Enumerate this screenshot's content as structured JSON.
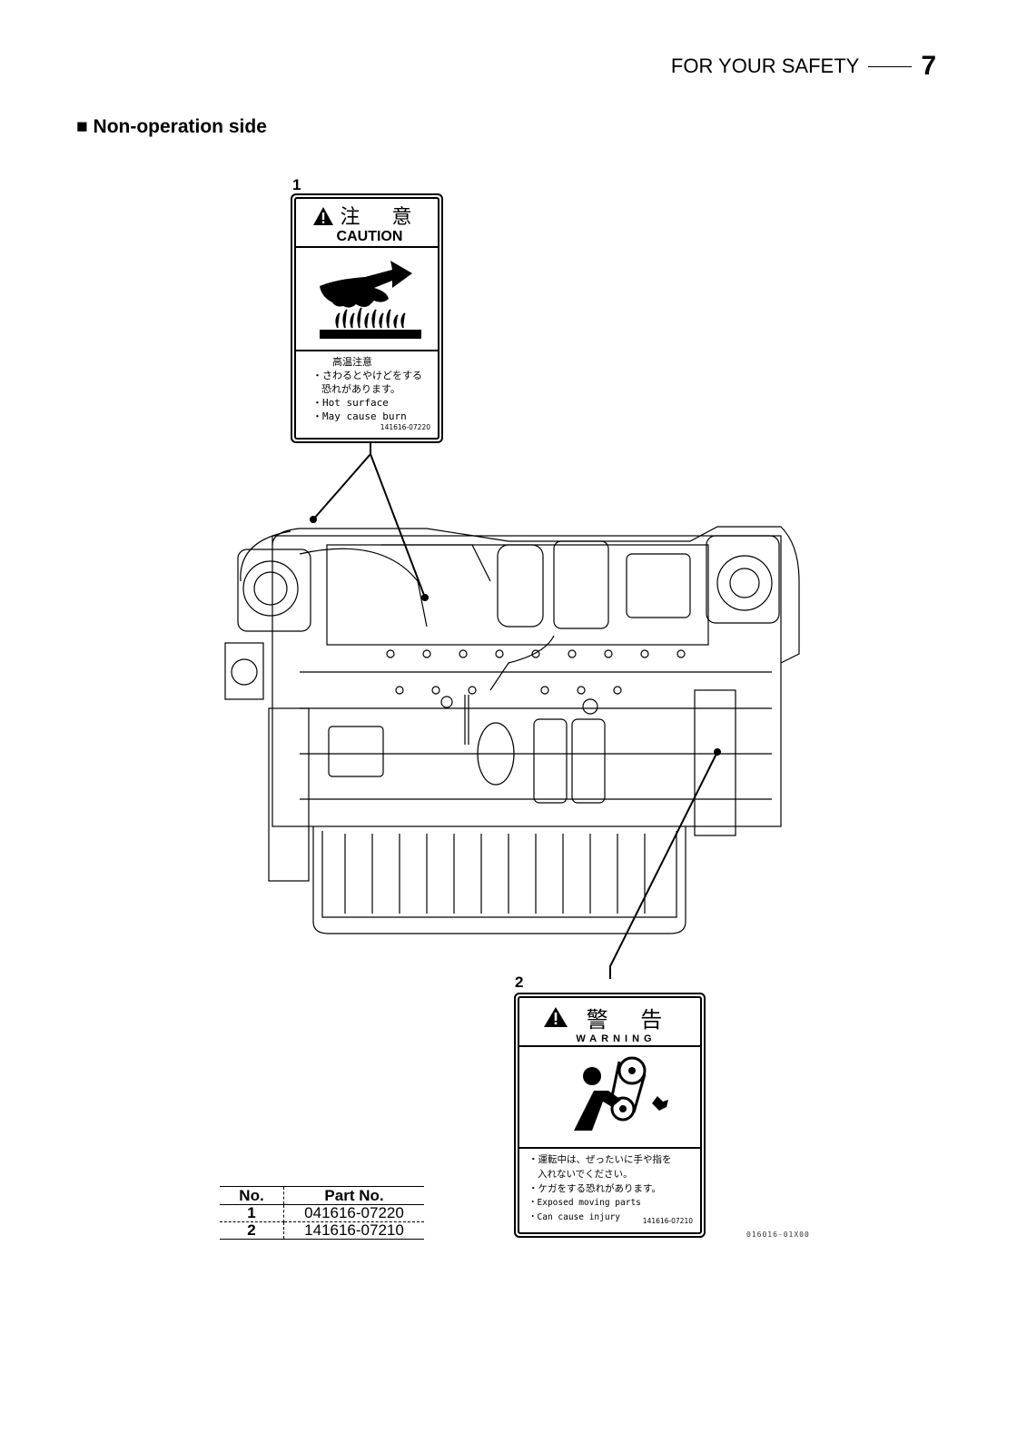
{
  "header": {
    "title": "FOR YOUR SAFETY",
    "page_number": "7"
  },
  "section": {
    "bullet": "■",
    "title": "Non-operation side"
  },
  "labels": [
    {
      "callout": "1",
      "head_jp": "注 意",
      "head_en": "CAUTION",
      "pictogram": "hot-surface-hand-icon",
      "lines": [
        "高温注意",
        "・さわるとやけどをする",
        "恐れがあります。",
        "・Hot surface",
        "・May cause burn"
      ],
      "code": "141616-07220"
    },
    {
      "callout": "2",
      "head_jp": "警 告",
      "head_en": "WARNING",
      "pictogram": "belt-entanglement-icon",
      "lines": [
        "・運転中は、ぜったいに手や指を",
        "入れないでください。",
        "・ケガをする恐れがあります。",
        "・Exposed moving parts",
        "・Can cause injury"
      ],
      "code": "141616-07210"
    }
  ],
  "parts_table": {
    "headers": [
      "No.",
      "Part No."
    ],
    "rows": [
      {
        "no": "1",
        "part": "041616-07220"
      },
      {
        "no": "2",
        "part": "141616-07210"
      }
    ]
  },
  "figure_code": "016016-01X00"
}
